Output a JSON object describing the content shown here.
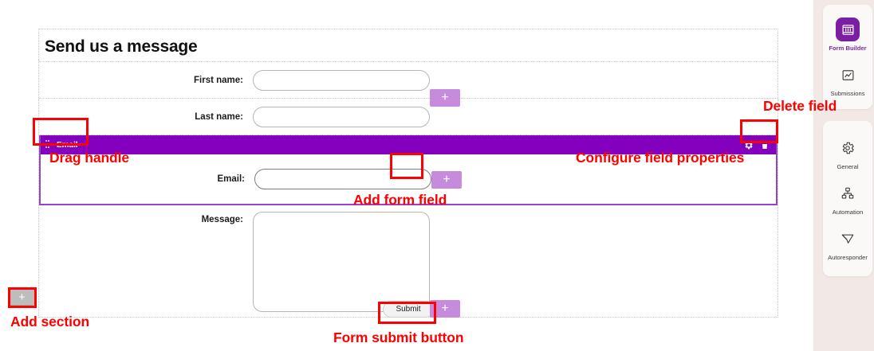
{
  "form": {
    "title": "Send us a message",
    "submit_label": "Submit",
    "fields": [
      {
        "label": "First name:",
        "type": "text"
      },
      {
        "label": "Last name:",
        "type": "text"
      },
      {
        "label": "Email:",
        "type": "text"
      },
      {
        "label": "Message:",
        "type": "textarea"
      }
    ],
    "add_field_label": "+",
    "add_section_label": "+"
  },
  "selected_field": {
    "name": "Email",
    "drag_handle_icon": "grip-dots-icon",
    "settings_icon": "gear-icon",
    "delete_icon": "trash-icon"
  },
  "annotations": [
    {
      "id": "delete-field",
      "text": "Delete field"
    },
    {
      "id": "drag-handle",
      "text": "Drag handle"
    },
    {
      "id": "configure-field",
      "text": "Configure field properties"
    },
    {
      "id": "add-form-field",
      "text": "Add form field"
    },
    {
      "id": "add-section",
      "text": "Add section"
    },
    {
      "id": "form-submit-button",
      "text": "Form submit button"
    }
  ],
  "sidebar": {
    "top_group": [
      {
        "label": "Form Builder",
        "icon": "form-builder-icon",
        "active": true
      },
      {
        "label": "Submissions",
        "icon": "chart-icon",
        "active": false
      }
    ],
    "bottom_group": [
      {
        "label": "General",
        "icon": "gear-icon",
        "active": false
      },
      {
        "label": "Automation",
        "icon": "automation-icon",
        "active": false
      },
      {
        "label": "Autoresponder",
        "icon": "send-icon",
        "active": false
      }
    ]
  },
  "colors": {
    "accent_purple": "#8200be",
    "light_purple": "#c78bdd",
    "annotation_red": "#ff0000",
    "rail_bg": "#f2e9e6"
  }
}
